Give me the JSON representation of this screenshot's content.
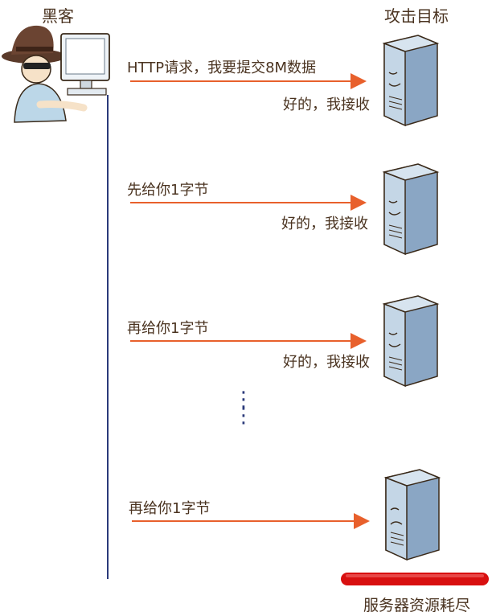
{
  "hacker_label": "黑客",
  "target_label": "攻击目标",
  "steps": [
    {
      "request": "HTTP请求，我要提交8M数据",
      "reply": "好的，我接收",
      "server_state": "happy"
    },
    {
      "request": "先给你1字节",
      "reply": "好的，我接收",
      "server_state": "happy"
    },
    {
      "request": "再给你1字节",
      "reply": "好的，我接收",
      "server_state": "happy"
    },
    {
      "request": "再给你1字节",
      "reply": "",
      "server_state": "sad"
    }
  ],
  "ellipsis": "⋮",
  "exhausted_label": "服务器资源耗尽",
  "colors": {
    "arrow": "#e8602c",
    "timeline": "#2b3a7a",
    "server_body": "#a9bfd6",
    "server_side": "#8aa6c4",
    "exhausted_bar": "#d81010"
  }
}
